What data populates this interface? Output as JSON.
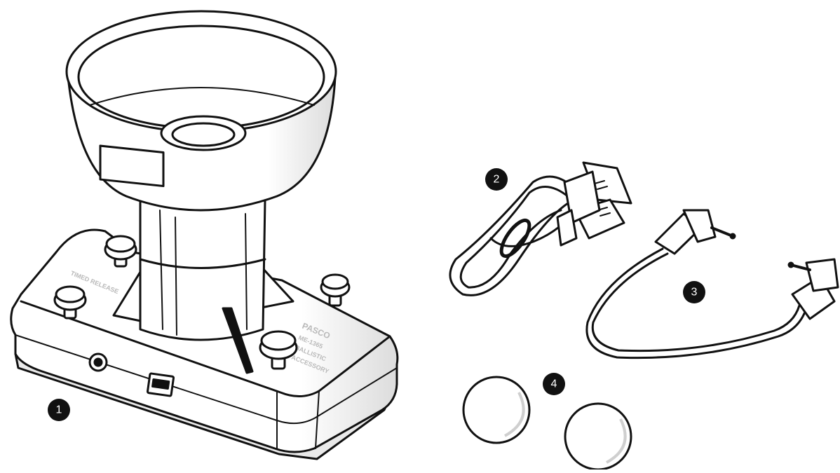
{
  "callouts": [
    {
      "id": "part-1",
      "label": "1"
    },
    {
      "id": "part-2",
      "label": "2"
    },
    {
      "id": "part-3",
      "label": "3"
    },
    {
      "id": "part-4",
      "label": "4"
    }
  ],
  "device_markings": {
    "timed_release": "TIMED RELEASE",
    "brand": "PASCO",
    "model": "ME-1365",
    "product_line": "BALLISTIC",
    "accessory": "ACCESSORY"
  },
  "colors": {
    "outline": "#111111",
    "fill": "#ffffff",
    "shade": "#e8e8e8",
    "badge": "#111111"
  }
}
